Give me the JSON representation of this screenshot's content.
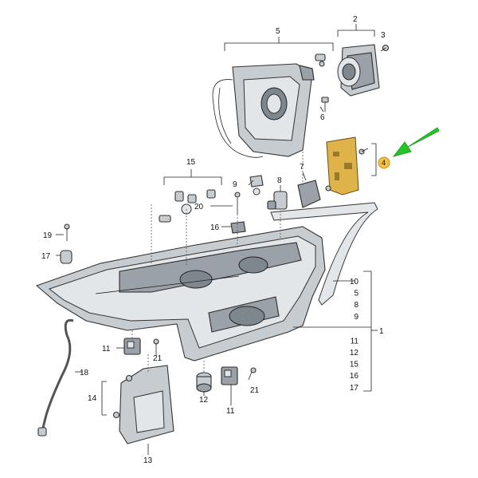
{
  "labels": {
    "p1": "1",
    "p2": "2",
    "p3": "3",
    "p4": "4",
    "p5": "5",
    "p6": "6",
    "p7": "7",
    "p8": "8",
    "p9": "9",
    "p10": "10",
    "p11": "11",
    "p12": "12",
    "p13": "13",
    "p14": "14",
    "p15": "15",
    "p16": "16",
    "p17": "17",
    "p18": "18",
    "p19": "19",
    "p20": "20",
    "p21": "21"
  },
  "bracket_list": [
    "10",
    "5",
    "8",
    "9",
    "11",
    "12",
    "15",
    "16",
    "17"
  ],
  "colors": {
    "highlight": "#f2c045",
    "arrow": "#27c427",
    "part": "#c7ccd1"
  }
}
